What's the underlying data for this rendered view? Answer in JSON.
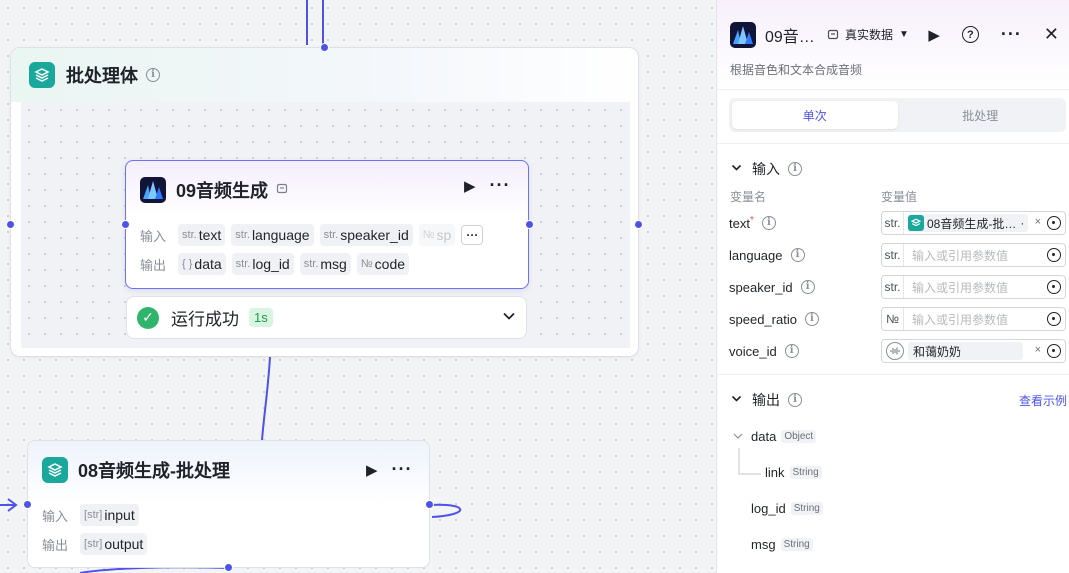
{
  "canvas": {
    "batch": {
      "title": "批处理体"
    },
    "node09": {
      "title": "09音频生成",
      "input_label": "输入",
      "output_label": "输出",
      "inputs": [
        {
          "type": "str.",
          "name": "text"
        },
        {
          "type": "str.",
          "name": "language"
        },
        {
          "type": "str.",
          "name": "speaker_id"
        },
        {
          "type": "№",
          "name": "sp"
        }
      ],
      "outputs": [
        {
          "type": "{ }",
          "name": "data"
        },
        {
          "type": "str.",
          "name": "log_id"
        },
        {
          "type": "str.",
          "name": "msg"
        },
        {
          "type": "№",
          "name": "code"
        }
      ],
      "more_label": "···"
    },
    "status": {
      "text": "运行成功",
      "duration": "1s"
    },
    "node08": {
      "title": "08音频生成-批处理",
      "input_label": "输入",
      "output_label": "输出",
      "input": {
        "type": "[str]",
        "name": "input"
      },
      "output": {
        "type": "[str]",
        "name": "output"
      }
    }
  },
  "panel": {
    "title": "09音…",
    "mode": "真实数据",
    "description": "根据音色和文本合成音频",
    "tabs": [
      {
        "label": "单次",
        "active": true
      },
      {
        "label": "批处理",
        "active": false
      }
    ],
    "input_section": {
      "title": "输入",
      "col_name": "变量名",
      "col_value": "变量值",
      "rows": [
        {
          "name": "text",
          "required": "*",
          "type": "str.",
          "ref": "08音频生成-批…",
          "ref_suffix": "·",
          "clear": "×"
        },
        {
          "name": "language",
          "type": "str.",
          "placeholder": "输入或引用参数值"
        },
        {
          "name": "speaker_id",
          "type": "str.",
          "placeholder": "输入或引用参数值"
        },
        {
          "name": "speed_ratio",
          "type": "№",
          "placeholder": "输入或引用参数值"
        },
        {
          "name": "voice_id",
          "type": "voice",
          "value": "和蔼奶奶",
          "clear": "×"
        }
      ]
    },
    "output_section": {
      "title": "输出",
      "example_link": "查看示例",
      "items": [
        {
          "name": "data",
          "type": "Object"
        },
        {
          "name": "link",
          "type": "String"
        },
        {
          "name": "log_id",
          "type": "String"
        },
        {
          "name": "msg",
          "type": "String"
        }
      ]
    }
  }
}
